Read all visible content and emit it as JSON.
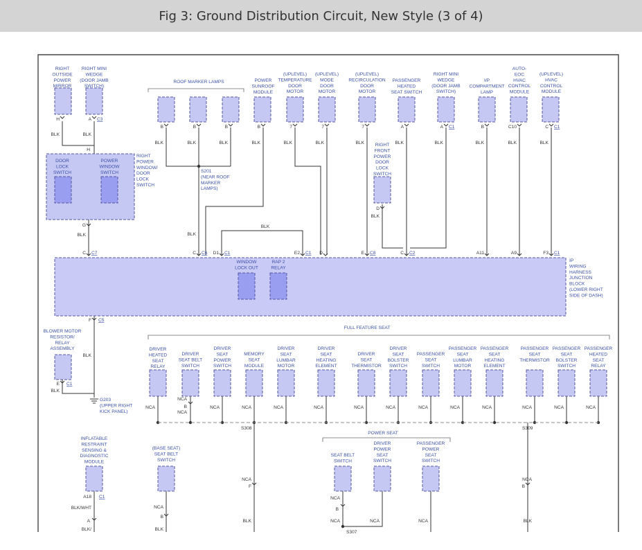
{
  "header": {
    "title": "Fig 3: Ground Distribution Circuit, New Style (3 of 4)"
  },
  "colors": {
    "label": "#3a4fa8",
    "wire": "#333333",
    "box_fill": "#c6c8f4",
    "box_stroke": "#5557a2",
    "block_fill": "#c9caf6",
    "switch_fill": "#9a9ef0",
    "title_bg": "#d4d4d4"
  },
  "labels": {
    "right_outside_power_mirror": [
      "RIGHT",
      "OUTSIDE",
      "POWER",
      "MIRROR"
    ],
    "right_mini_wedge_1": [
      "RIGHT MINI",
      "WEDGE",
      "(DOOR JAMB",
      "SWITCH)"
    ],
    "roof_marker_lamps": [
      "ROOF MARKER LAMPS"
    ],
    "power_sunroof_module": [
      "POWER",
      "SUNROOF",
      "MODULE"
    ],
    "temperature_door_motor": [
      "(UPLEVEL)",
      "TEMPERATURE",
      "DOOR",
      "MOTOR"
    ],
    "mode_door_motor": [
      "(UPLEVEL)",
      "MODE",
      "DOOR",
      "MOTOR"
    ],
    "recirculation_door_motor": [
      "(UPLEVEL)",
      "RECIRCULATION",
      "DOOR",
      "MOTOR"
    ],
    "passenger_heated_seat_switch": [
      "PASSENGER",
      "HEATED",
      "SEAT SWITCH"
    ],
    "right_mini_wedge_2": [
      "RIGHT MINI",
      "WEDGE",
      "(DOOR JAMB",
      "SWITCH)"
    ],
    "ip_compartment_lamp": [
      "I/P",
      "COMPARTMENT",
      "LAMP"
    ],
    "auto_eoc_hvac": [
      "AUTO-",
      "EOC",
      "HVAC",
      "CONTROL",
      "MODULE"
    ],
    "uplevel_hvac": [
      "(UPLEVEL)",
      "HVAC",
      "CONTROL",
      "MODULE"
    ],
    "right_power_window_door_lock_switch": [
      "RIGHT",
      "POWER",
      "WINDOW/",
      "DOOR",
      "LOCK",
      "SWITCH"
    ],
    "door_lock_switch": [
      "DOOR",
      "LOCK",
      "SWITCH"
    ],
    "power_window_switch": [
      "POWER",
      "WINDOW",
      "SWITCH"
    ],
    "s201": [
      "S201",
      "(NEAR ROOF",
      "MARKER",
      "LAMPS)"
    ],
    "right_front_power_door_lock_switch": [
      "RIGHT",
      "FRONT",
      "POWER",
      "DOOR",
      "LOCK",
      "SWITCH"
    ],
    "window_lock_out": [
      "WINDOW",
      "LOCK OUT"
    ],
    "rap_2_relay": [
      "RAP 2",
      "RELAY"
    ],
    "ip_wiring_harness_junction_block": [
      "IP",
      "WIRING",
      "HARNESS",
      "JUNCTION",
      "BLOCK",
      "(LOWER RIGHT",
      "SIDE OF DASH)"
    ],
    "blower_motor_resistor": [
      "BLOWER MOTOR",
      "RESISTOR/",
      "RELAY",
      "ASSEMBLY"
    ],
    "g203": [
      "G203",
      "(UPPER RIGHT",
      "KICK PANEL)"
    ],
    "full_feature_seat": [
      "FULL FEATURE SEAT"
    ],
    "driver_heated_seat_relay": [
      "DRIVER",
      "HEATED",
      "SEAT",
      "RELAY"
    ],
    "driver_seat_belt_switch": [
      "DRIVER",
      "SEAT BELT",
      "SWITCH"
    ],
    "driver_seat_power_switch": [
      "DRIVER",
      "SEAT",
      "POWER",
      "SWITCH"
    ],
    "memory_seat_module": [
      "MEMORY",
      "SEAT",
      "MODULE"
    ],
    "driver_seat_lumbar_motor": [
      "DRIVER",
      "SEAT",
      "LUMBAR",
      "MOTOR"
    ],
    "driver_seat_heating_element": [
      "DRIVER",
      "SEAT",
      "HEATING",
      "ELEMENT"
    ],
    "driver_seat_thermistor": [
      "DRIVER",
      "SEAT",
      "THERMISTOR"
    ],
    "driver_seat_bolster_switch": [
      "DRIVER",
      "SEAT",
      "BOLSTER",
      "SWITCH"
    ],
    "passenger_seat_switch": [
      "PASSENGER",
      "SEAT",
      "SWITCH"
    ],
    "passenger_seat_lumbar_motor": [
      "PASSENGER",
      "SEAT",
      "LUMBAR",
      "MOTOR"
    ],
    "passenger_seat_heating_element": [
      "PASSENGER",
      "SEAT",
      "HEATING",
      "ELEMENT"
    ],
    "passenger_seat_thermistor": [
      "PASSENGER",
      "SEAT",
      "THERMISTOR"
    ],
    "passenger_seat_bolster_switch": [
      "PASSENGER",
      "SEAT",
      "BOLSTER",
      "SWITCH"
    ],
    "passenger_heated_seat_relay": [
      "PASSENGER",
      "HEATED",
      "SEAT",
      "RELAY"
    ],
    "inflatable_restraint": [
      "INFLATABLE",
      "RESTRAINT",
      "SENSING &",
      "DIAGNOSTIC",
      "MODULE"
    ],
    "base_seat_belt_switch": [
      "(BASE SEAT)",
      "SEAT BELT",
      "SWITCH"
    ],
    "power_seat": [
      "POWER SEAT"
    ],
    "ps_seat_belt_switch": [
      "SEAT BELT",
      "SWITCH"
    ],
    "ps_driver_power_seat_switch": [
      "DRIVER",
      "POWER",
      "SEAT",
      "SWITCH"
    ],
    "ps_passenger_power_seat_switch": [
      "PASSENGER",
      "POWER",
      "SEAT",
      "SWITCH"
    ]
  },
  "wire": {
    "blk": "BLK",
    "nca": "NCA",
    "blk_wht": "BLK/WHT",
    "blk_slash": "BLK/"
  },
  "pins": {
    "H": "H",
    "A": "A",
    "B": "B",
    "C": "C",
    "D": "D",
    "E": "E",
    "F": "F",
    "G": "G",
    "seven": "7",
    "c10": "C10",
    "d1": "D1",
    "e2": "E2",
    "a11": "A11",
    "a9": "A9",
    "f3": "F3",
    "a18": "A18"
  },
  "connectors": {
    "c1": "C1",
    "c3": "C3",
    "c5": "C5",
    "c6": "C6",
    "c7": "C7",
    "c8": "C8",
    "c2": "C2"
  },
  "splices": {
    "s308": "S308",
    "s309": "S309",
    "s307": "S307"
  }
}
